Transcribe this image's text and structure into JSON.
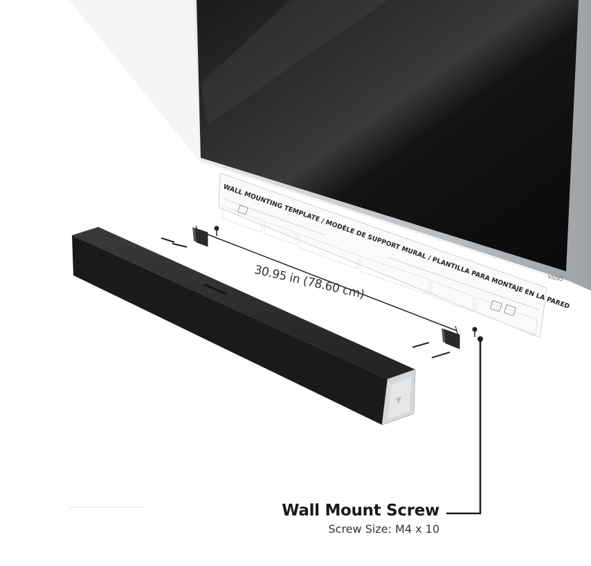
{
  "template": {
    "title": "WALL MOUNTING TEMPLATE / MODÈLE DE SUPPORT MURAL / PLANTILLA PARA MONTAJE EN LA PARED",
    "brand": "VIZIO"
  },
  "dimension": {
    "label": "30.95 in (78.60 cm)"
  },
  "callout": {
    "title": "Wall Mount Screw",
    "screw_size": "Screw Size: M4 x 10"
  },
  "colors": {
    "tv_bezel": "#0b0b0b",
    "tv_frame": "#bfc3c6",
    "soundbar_body": "#1c1c1c",
    "soundbar_end": "#d9dcde",
    "callout_line": "#1a1a1a"
  }
}
